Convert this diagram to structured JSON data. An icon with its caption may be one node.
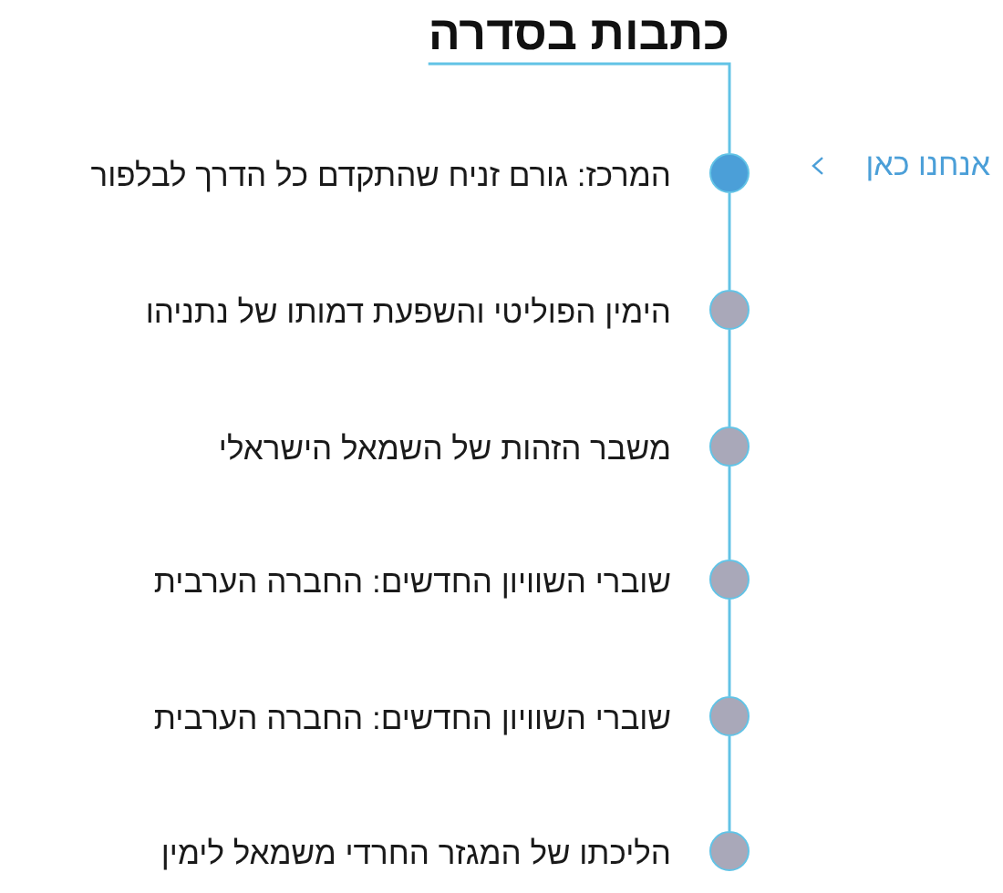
{
  "diagram": {
    "nodes": [
      {
        "text": [
          "כתבות בסדרה"
        ]
      },
      {
        "text": [],
        "shape": "circle",
        "beside": [
          "המרכז: גורם זניח שהתקדם כל הדרך לבלפור"
        ]
      },
      {
        "text": [],
        "shape": "circle",
        "beside": [
          "הימין הפוליטי והשפעת דמותו של נתניהו"
        ]
      },
      {
        "text": [],
        "shape": "circle",
        "beside": [
          "משבר הזהות של השמאל הישראלי"
        ]
      },
      {
        "text": [],
        "shape": "circle",
        "beside": [
          "שוברי השוויון החדשים: החברה הערבית"
        ]
      },
      {
        "text": [],
        "shape": "circle",
        "beside": [
          "שוברי השוויון החדשים: החברה הערבית"
        ]
      },
      {
        "text": [],
        "shape": "circle",
        "beside": [
          "הליכתו של המגזר החרדי משמאל לימין"
        ]
      }
    ],
    "edges": [
      {
        "from": 0,
        "to": 1,
        "arrow": "none"
      },
      {
        "from": 1,
        "to": 2,
        "arrow": "none"
      },
      {
        "from": 2,
        "to": 3,
        "arrow": "none"
      },
      {
        "from": 3,
        "to": 4,
        "arrow": "none"
      },
      {
        "from": 4,
        "to": 5,
        "arrow": "none"
      },
      {
        "from": 5,
        "to": 6,
        "arrow": "none"
      }
    ],
    "labels": [
      "אנחנו כאן"
    ]
  }
}
